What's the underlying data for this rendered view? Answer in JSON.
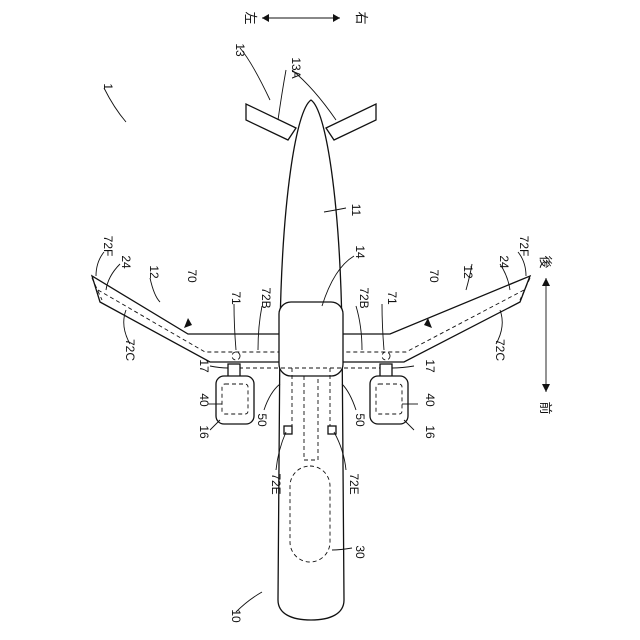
{
  "direction": {
    "left": "左",
    "right": "右",
    "rear": "後",
    "front": "前"
  },
  "labels": {
    "system": "1",
    "aircraft": "10",
    "fuselage": "11",
    "wing_left": "12",
    "wing_right": "12",
    "tail": "13",
    "tail_surface": "13A",
    "wing_box": "14",
    "nacelle_left": "16",
    "nacelle_right": "16",
    "pylon_left": "17",
    "pylon_right": "17",
    "wingtip_left": "24",
    "wingtip_right": "24",
    "cargo": "30",
    "engine_left": "40",
    "engine_right": "40",
    "line_left": "50",
    "line_right": "50",
    "system_left": "70",
    "system_right": "70",
    "node_left": "71",
    "node_right": "71",
    "b_left": "72B",
    "b_right": "72B",
    "c_left": "72C",
    "c_right": "72C",
    "e_left": "72E",
    "e_right": "72E",
    "f_left": "72F",
    "f_right": "72F"
  }
}
